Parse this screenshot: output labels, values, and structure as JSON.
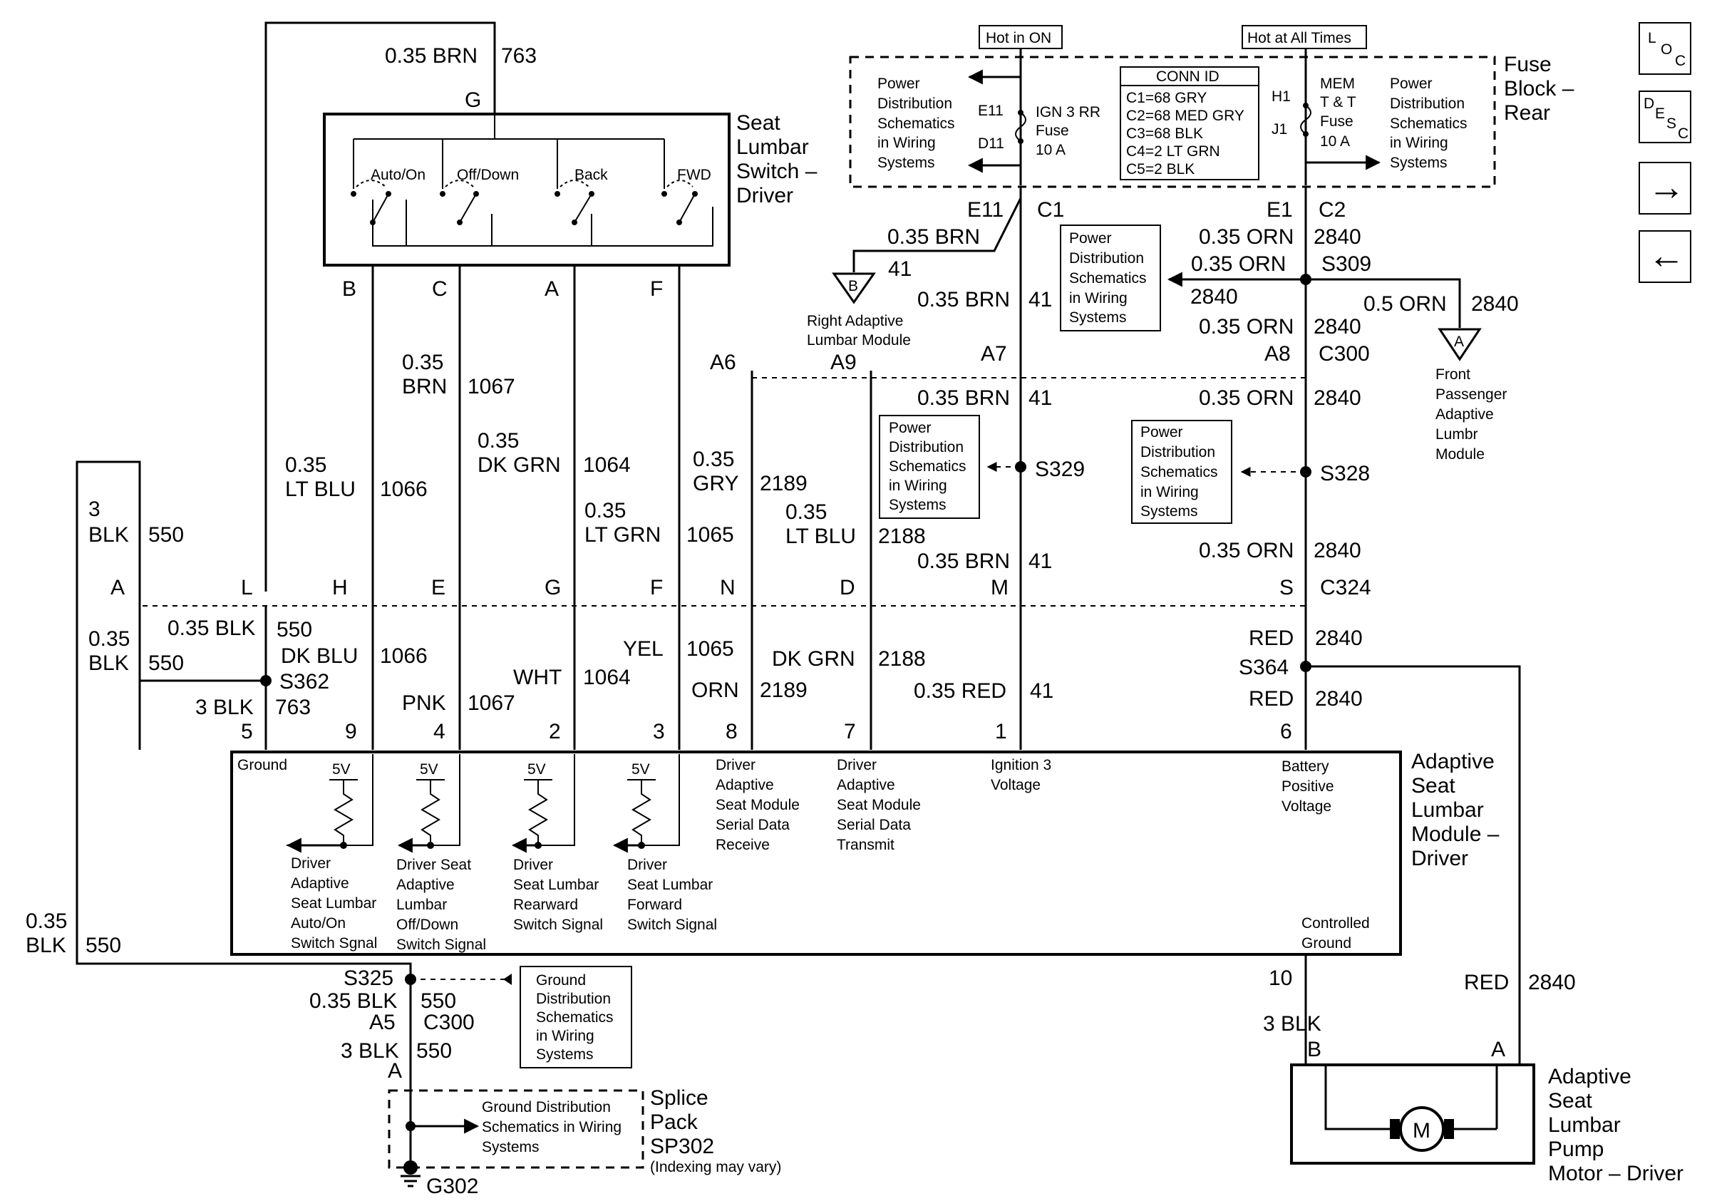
{
  "components": {
    "seat_switch": "Seat Lumbar Switch – Driver",
    "seat_switch_lines": [
      "Seat",
      "Lumbar",
      "Switch –",
      "Driver"
    ],
    "fuse_block": [
      "Fuse",
      "Block –",
      "Rear"
    ],
    "module": [
      "Adaptive",
      "Seat",
      "Lumbar",
      "Module –",
      "Driver"
    ],
    "pump_motor": [
      "Adaptive",
      "Seat",
      "Lumbar",
      "Pump",
      "Motor – Driver"
    ],
    "splice_pack": [
      "Splice",
      "Pack",
      "SP302"
    ],
    "splice_note": "(Indexing may vary)",
    "motor_symbol": "M"
  },
  "switch_positions": [
    "Auto/On",
    "Off/Down",
    "Back",
    "FWD"
  ],
  "switch_pins": [
    "G",
    "B",
    "C",
    "A",
    "F"
  ],
  "fuse_block_parts": {
    "hot_in_on": "Hot in ON",
    "hot_at_all_times": "Hot at All Times",
    "ign_fuse": [
      "IGN 3 RR",
      "Fuse",
      "10 A"
    ],
    "mem_fuse": [
      "MEM",
      "T & T",
      "Fuse",
      "10 A"
    ],
    "terminals": [
      "E11",
      "D11",
      "H1",
      "J1"
    ],
    "pds_left": [
      "Power",
      "Distribution",
      "Schematics",
      "in Wiring",
      "Systems"
    ],
    "pds_right": [
      "Power",
      "Distribution",
      "Schematics",
      "in Wiring",
      "Systems"
    ],
    "conn_id_title": "CONN ID",
    "conn_id": [
      "C1=68 GRY",
      "C2=68 MED GRY",
      "C3=68 BLK",
      "C4=2 LT GRN",
      "C5=2 BLK"
    ],
    "out_left": [
      "E11",
      "C1"
    ],
    "out_right": [
      "E1",
      "C2"
    ]
  },
  "ref_boxes": {
    "pds": [
      "Power",
      "Distribution",
      "Schematics",
      "in Wiring",
      "Systems"
    ],
    "gds": [
      "Ground",
      "Distribution",
      "Schematics",
      "in Wiring",
      "Systems"
    ],
    "gds_inline": [
      "Ground Distribution",
      "Schematics in Wiring",
      "Systems"
    ]
  },
  "splices": [
    "S309",
    "S329",
    "S328",
    "S362",
    "S364",
    "S325"
  ],
  "connectors": {
    "c300": "C300",
    "c324": "C324",
    "c300_pins": [
      "A6",
      "A9",
      "A7",
      "A8",
      "A5"
    ],
    "c324_pins": [
      "A",
      "L",
      "H",
      "E",
      "G",
      "F",
      "N",
      "D",
      "M",
      "S"
    ],
    "module_pins": [
      "5",
      "9",
      "4",
      "2",
      "3",
      "8",
      "7",
      "1",
      "6",
      "10"
    ],
    "motor_pins": [
      "B",
      "A"
    ],
    "splice_pin": "A",
    "ground": "G302"
  },
  "offpage": {
    "b_symbol": "B",
    "b_label": [
      "Right Adaptive",
      "Lumbar Module"
    ],
    "a_symbol": "A",
    "a_label": [
      "Front",
      "Passenger",
      "Adaptive",
      "Lumbr",
      "Module"
    ]
  },
  "wires": {
    "w763": [
      "0.35 BRN",
      "763"
    ],
    "w41_right": [
      "0.35 BRN",
      "41"
    ],
    "w41_main": [
      "0.35 BRN",
      "41"
    ],
    "w41_s329": [
      "0.35 BRN",
      "41"
    ],
    "w41_low": [
      "0.35 BRN",
      "41"
    ],
    "w41_red": [
      "0.35 RED",
      "41"
    ],
    "w2840_a": [
      "0.35 ORN",
      "2840"
    ],
    "w2840_b": [
      "0.35 ORN",
      "2840"
    ],
    "w2840_c": [
      "0.5 ORN",
      "2840"
    ],
    "w2840_d": [
      "0.35 ORN",
      "2840"
    ],
    "w2840_e": [
      "0.35 ORN",
      "2840"
    ],
    "w2840_f": [
      "0.35 ORN",
      "2840"
    ],
    "w2840_red1": [
      "RED",
      "2840"
    ],
    "w2840_red2": [
      "RED",
      "2840"
    ],
    "w2840_red3": [
      "RED",
      "2840"
    ],
    "w1067": [
      "0.35",
      "BRN",
      "1067"
    ],
    "w1067_low": [
      "PNK",
      "1067"
    ],
    "w1066": [
      "0.35",
      "LT BLU",
      "1066"
    ],
    "w1066_low": [
      "DK BLU",
      "1066"
    ],
    "w1064": [
      "0.35",
      "DK GRN",
      "1064"
    ],
    "w1064_low": [
      "WHT",
      "1064"
    ],
    "w1065": [
      "0.35",
      "LT GRN",
      "1065"
    ],
    "w1065_low": [
      "YEL",
      "1065"
    ],
    "w2189": [
      "0.35",
      "GRY",
      "2189"
    ],
    "w2189_low": [
      "ORN",
      "2189"
    ],
    "w2188": [
      "0.35",
      "LT BLU",
      "2188"
    ],
    "w2188_low": [
      "DK GRN",
      "2188"
    ],
    "w550_top": [
      "3",
      "BLK",
      "550"
    ],
    "w550_l": [
      "0.35 BLK",
      "550"
    ],
    "w550_s": [
      "0.35",
      "BLK",
      "550"
    ],
    "w763_low": [
      "3 BLK",
      "763"
    ],
    "w550_left": [
      "0.35",
      "BLK",
      "550"
    ],
    "w550_s325": [
      "0.35 BLK",
      "550"
    ],
    "w550_sp": [
      "3 BLK",
      "550"
    ],
    "w_motor_gnd": [
      "3 BLK"
    ]
  },
  "module_parts": {
    "ground": "Ground",
    "v5": "5V",
    "signals": [
      [
        "Driver",
        "Adaptive",
        "Seat Lumbar",
        "Auto/On",
        "Switch Sgnal"
      ],
      [
        "Driver Seat",
        "Adaptive",
        "Lumbar",
        "Off/Down",
        "Switch Signal"
      ],
      [
        "Driver",
        "Seat Lumbar",
        "Rearward",
        "Switch Signal"
      ],
      [
        "Driver",
        "Seat Lumbar",
        "Forward",
        "Switch Signal"
      ]
    ],
    "rx": [
      "Driver",
      "Adaptive",
      "Seat Module",
      "Serial Data",
      "Receive"
    ],
    "tx": [
      "Driver",
      "Adaptive",
      "Seat Module",
      "Serial Data",
      "Transmit"
    ],
    "ign": [
      "Ignition 3",
      "Voltage"
    ],
    "batt": [
      "Battery",
      "Positive",
      "Voltage"
    ],
    "cgnd": [
      "Controlled",
      "Ground"
    ]
  },
  "nav": {
    "loc": [
      "L",
      "O",
      "C"
    ],
    "desc": [
      "D",
      "E",
      "S",
      "C"
    ],
    "next": "→",
    "prev": "←"
  }
}
